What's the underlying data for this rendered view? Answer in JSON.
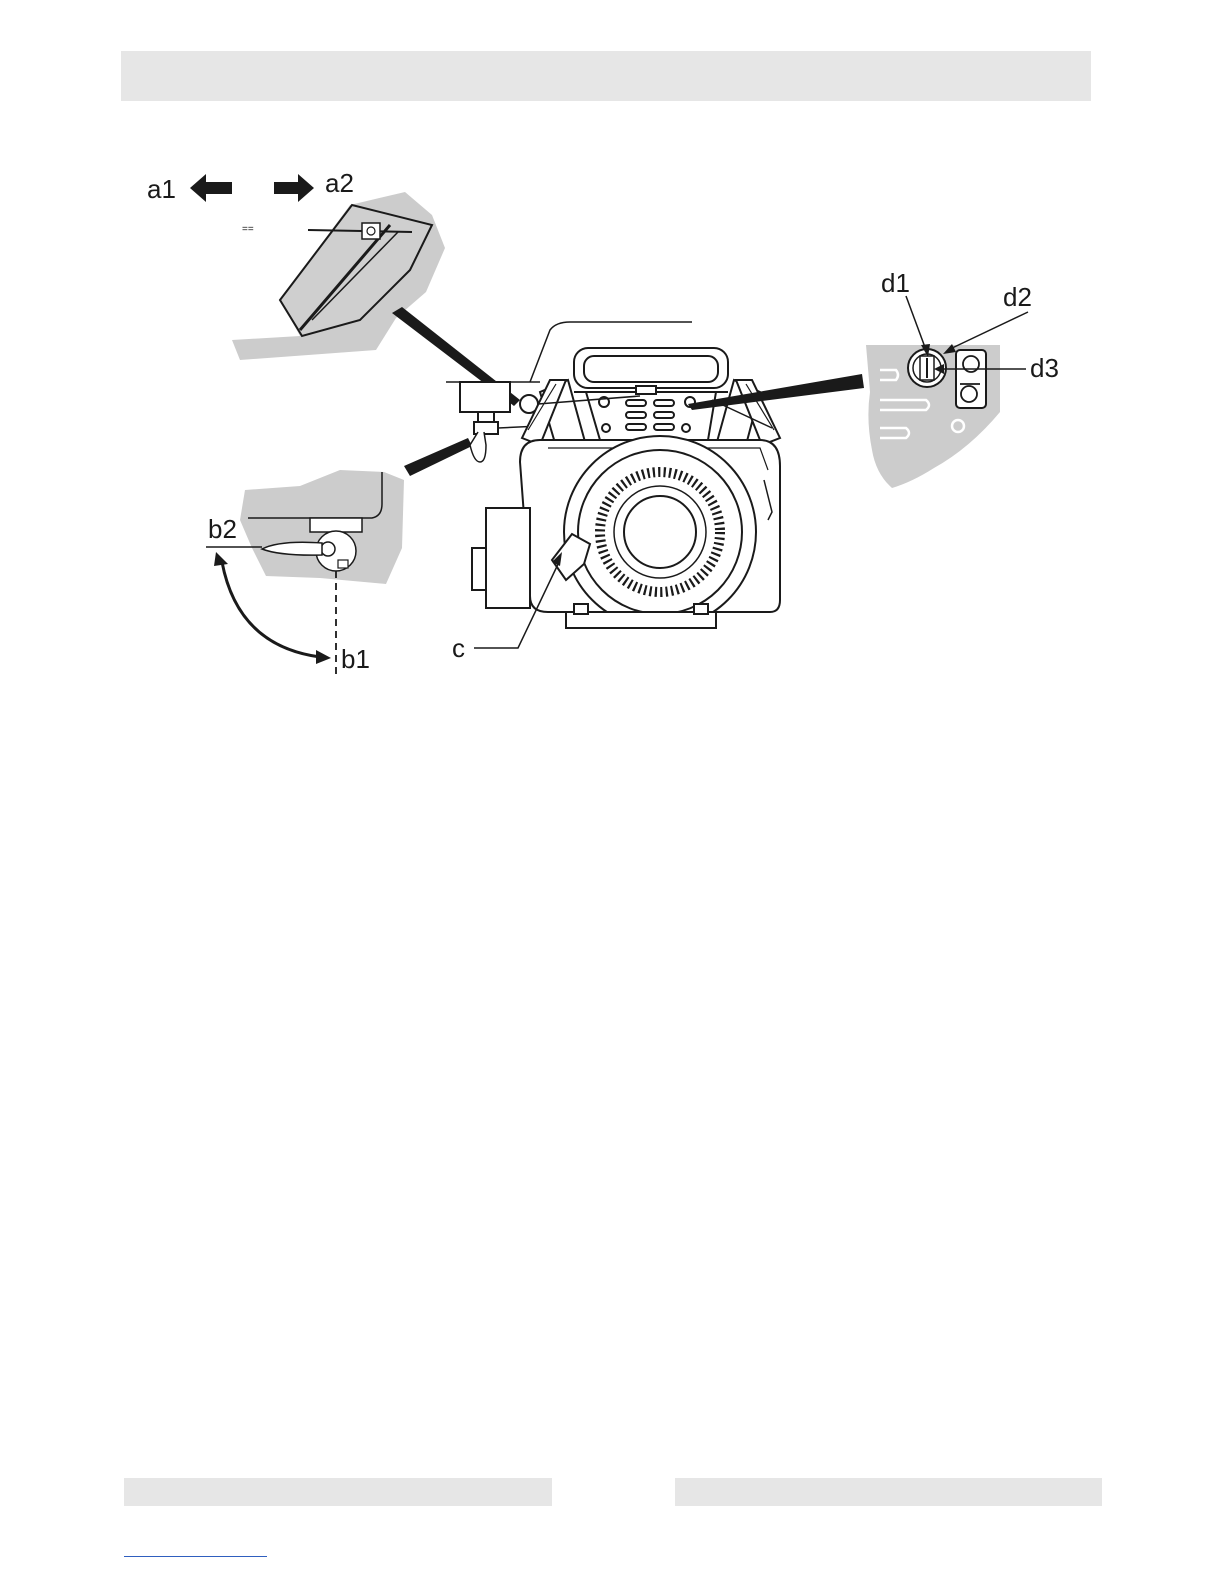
{
  "figure": {
    "callouts": {
      "a1": "a1",
      "a2": "a2",
      "b1": "b1",
      "b2": "b2",
      "c": "c",
      "d1": "d1",
      "d2": "d2",
      "d3": "d3"
    },
    "colors": {
      "line": "#1a1a1a",
      "inset_fill": "#cccccc",
      "bar_fill": "#e6e6e6",
      "link": "#2f5fbf"
    }
  }
}
